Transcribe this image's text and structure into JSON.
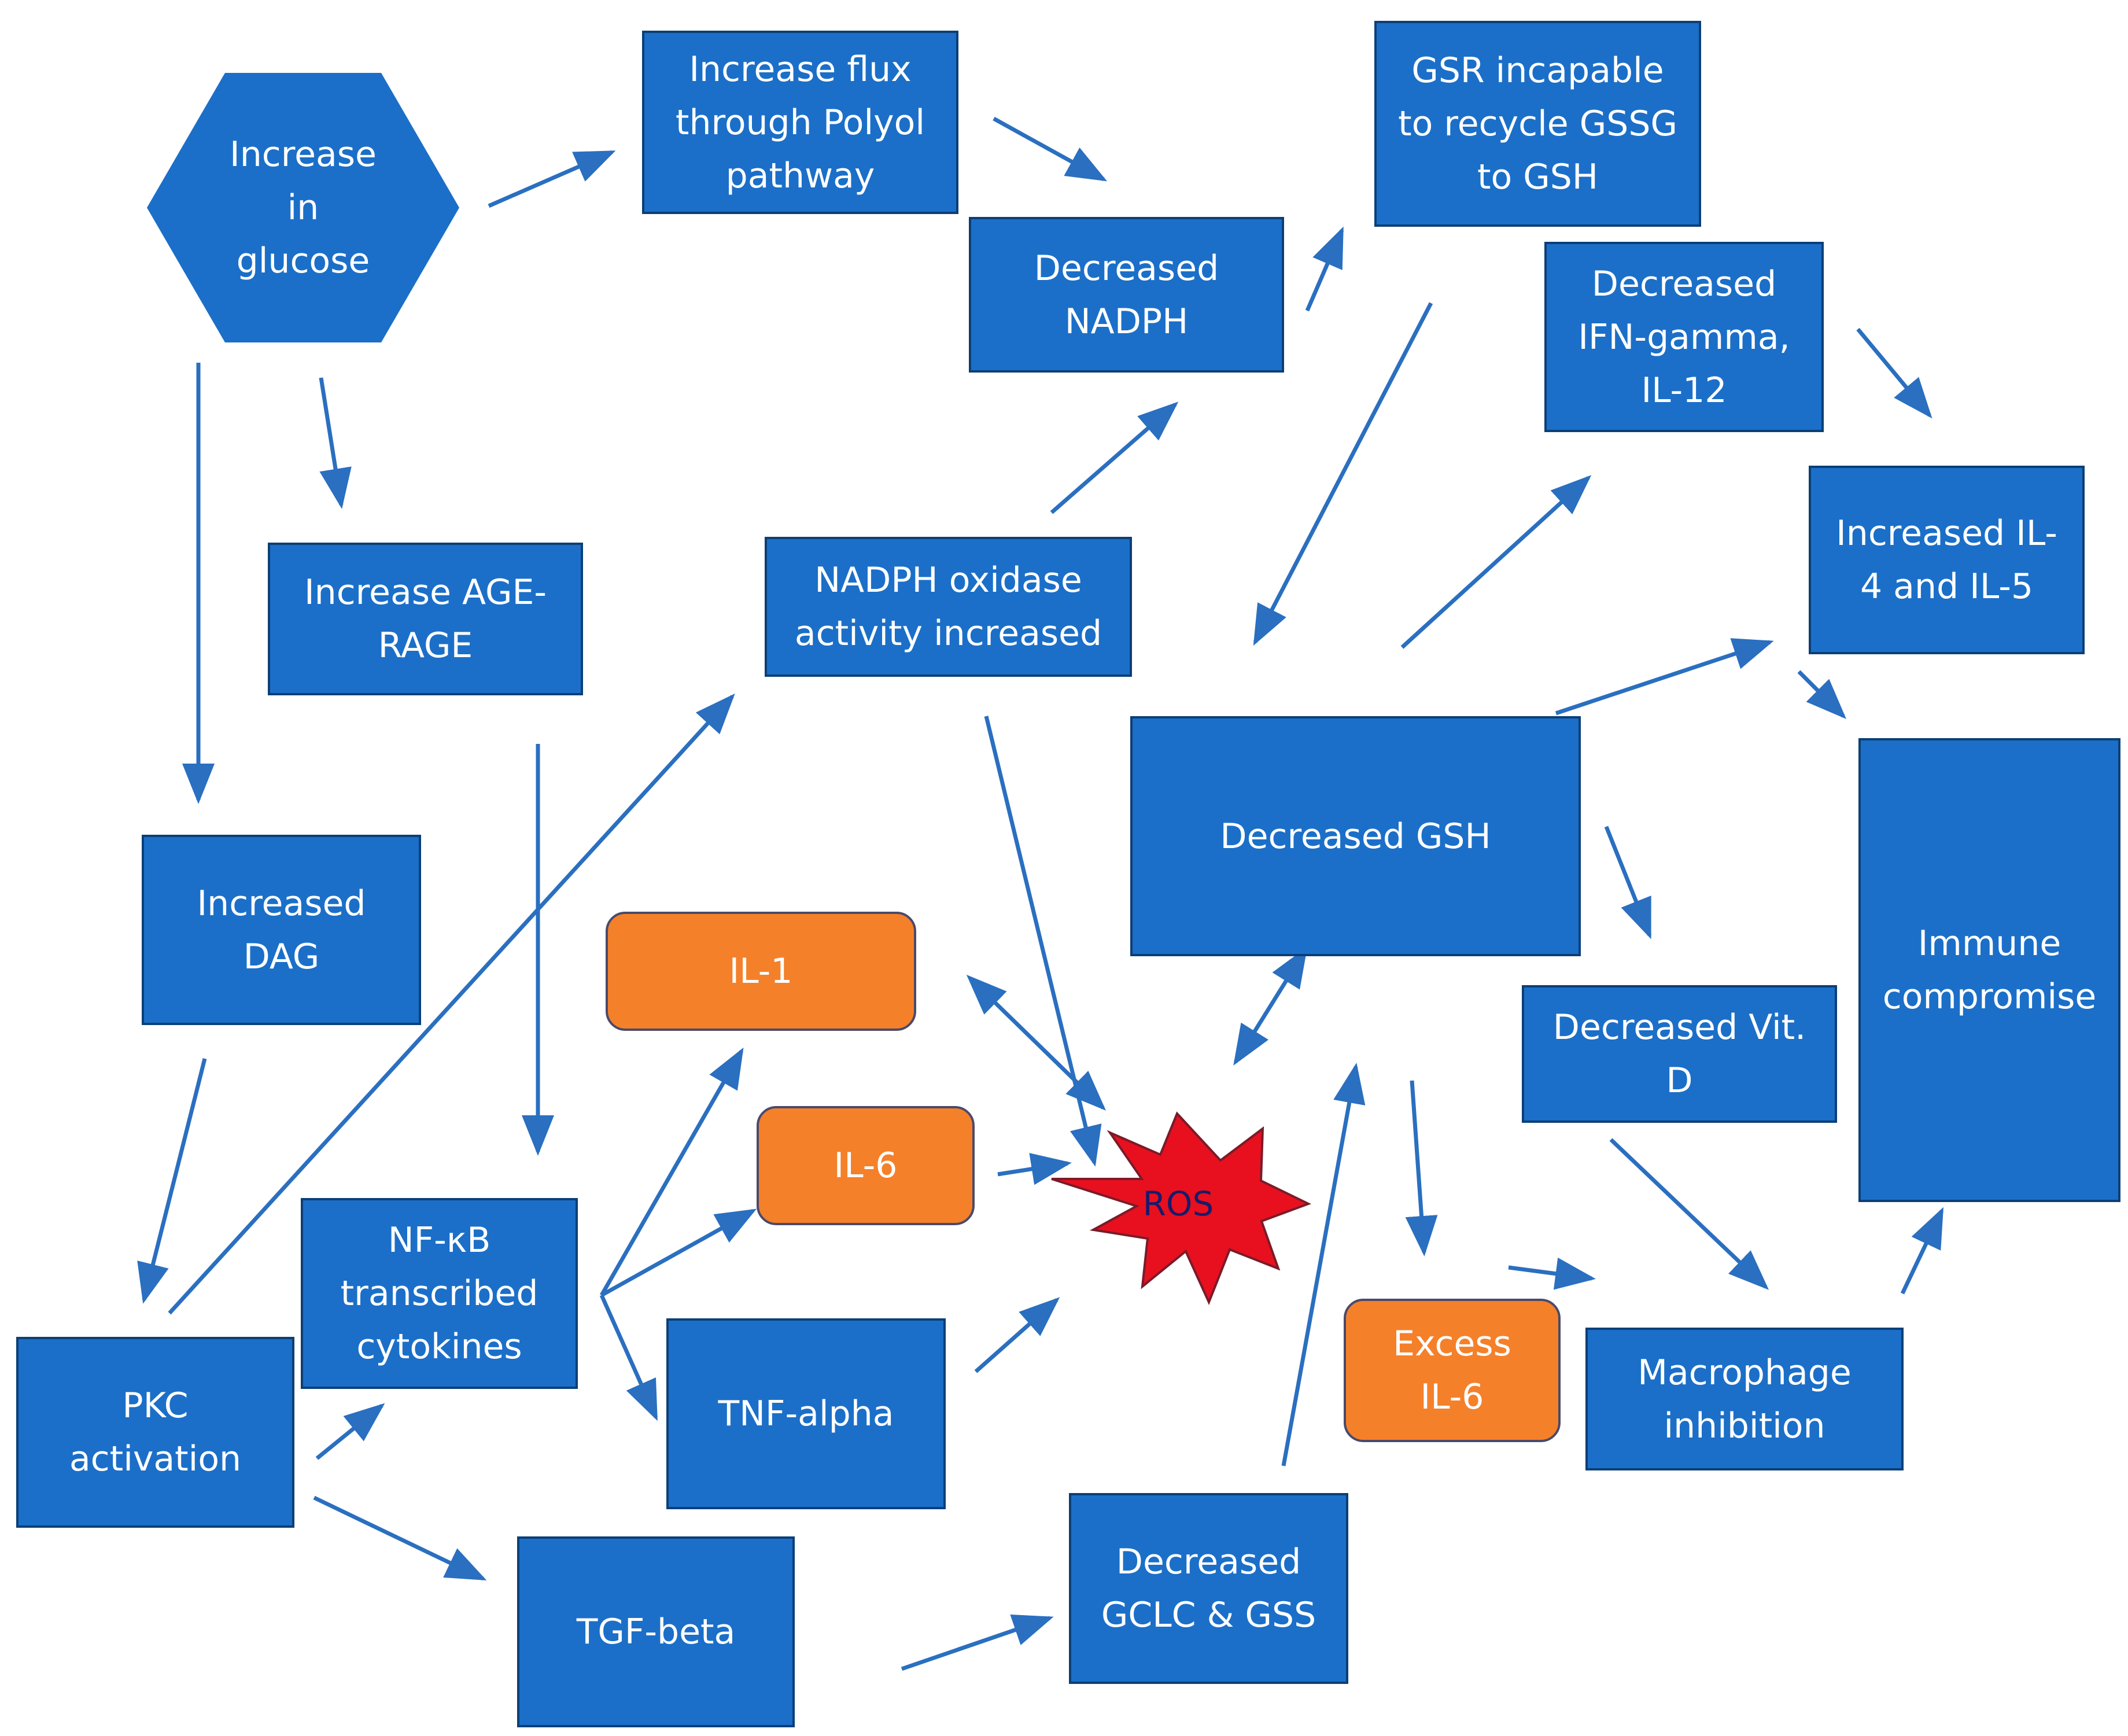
{
  "nodes": {
    "glucose": "Increase\nin\nglucose",
    "polyol": "Increase flux\nthrough Polyol\npathway",
    "nadph": "Decreased\nNADPH",
    "gsr": "GSR incapable\nto recycle GSSG\nto GSH",
    "ifn": "Decreased\nIFN-gamma,\nIL-12",
    "il4": "Increased IL-\n4 and IL-5",
    "age": "Increase AGE-\nRAGE",
    "nox": "NADPH oxidase\nactivity increased",
    "dag": "Increased\nDAG",
    "gsh": "Decreased GSH",
    "immune": "Immune\ncompromise",
    "il1": "IL-1",
    "il6": "IL-6",
    "vitd": "Decreased Vit.\nD",
    "ros": "ROS",
    "nfkb": "NF-κB\ntranscribed\ncytokines",
    "pkc": "PKC\nactivation",
    "tnf": "TNF-alpha",
    "excess": "Excess\nIL-6",
    "macro": "Macrophage\ninhibition",
    "tgf": "TGF-beta",
    "gclc": "Decreased\nGCLC & GSS"
  },
  "colors": {
    "box": "#1b6fc8",
    "box_border": "#0b3f77",
    "cytokine": "#f5802a",
    "ros_fill": "#e8101e",
    "arrow": "#2a6fc0"
  }
}
